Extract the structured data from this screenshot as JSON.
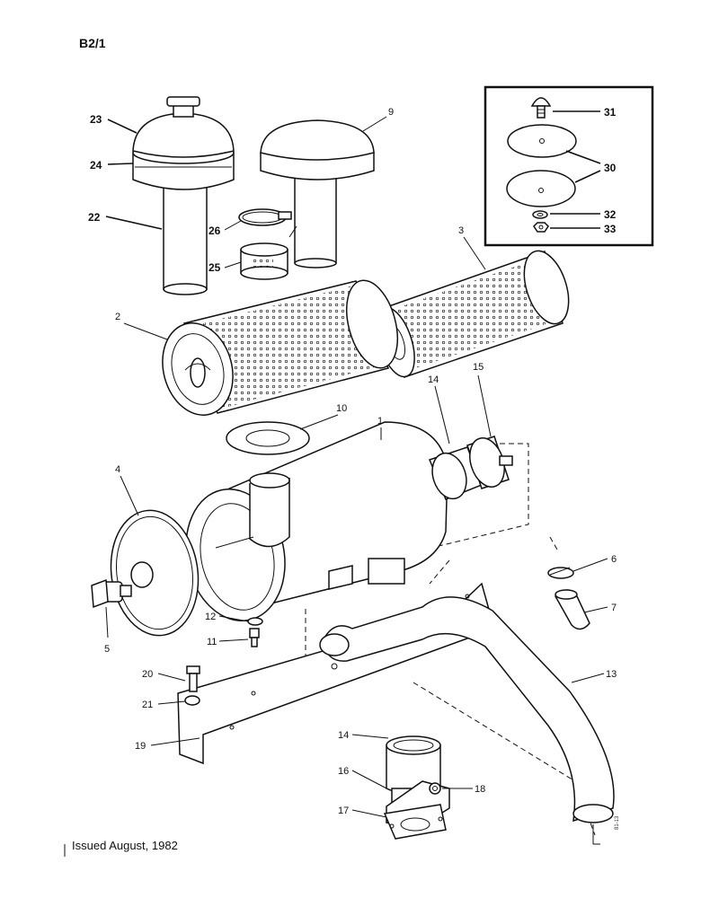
{
  "header": {
    "page_code": "B2/1"
  },
  "footer": {
    "issued": "Issued August, 1982",
    "side_code": "81-13"
  },
  "labels": {
    "l1": "1",
    "l2": "2",
    "l3": "3",
    "l4": "4",
    "l5": "5",
    "l6": "6",
    "l7": "7",
    "l9": "9",
    "l10": "10",
    "l11": "11",
    "l12": "12",
    "l13": "13",
    "l14a": "14",
    "l14b": "14",
    "l15": "15",
    "l16": "16",
    "l17": "17",
    "l18": "18",
    "l19": "19",
    "l20": "20",
    "l21": "21",
    "l22": "22",
    "l23": "23",
    "l24": "24",
    "l25": "25",
    "l26": "26",
    "l30": "30",
    "l31": "31",
    "l32": "32",
    "l33": "33"
  }
}
